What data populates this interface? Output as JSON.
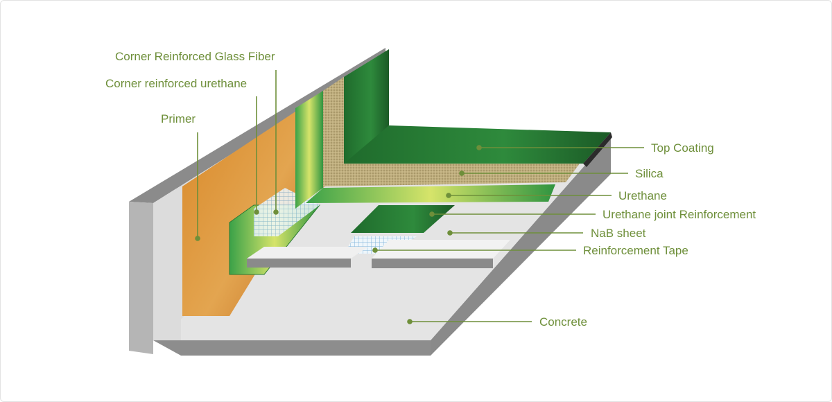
{
  "title": "Waterproofing layer structure",
  "accent_color": "#6e8f3a",
  "labels": {
    "corner_glass_fiber": "Corner Reinforced Glass Fiber",
    "corner_urethane": "Corner reinforced urethane",
    "primer": "Primer",
    "top_coating": "Top Coating",
    "silica": "Silica",
    "urethane": "Urethane",
    "urethane_joint": "Urethane joint Reinforcement",
    "nab_sheet": "NaB sheet",
    "reinforcement_tape": "Reinforcement Tape",
    "concrete": "Concrete"
  }
}
